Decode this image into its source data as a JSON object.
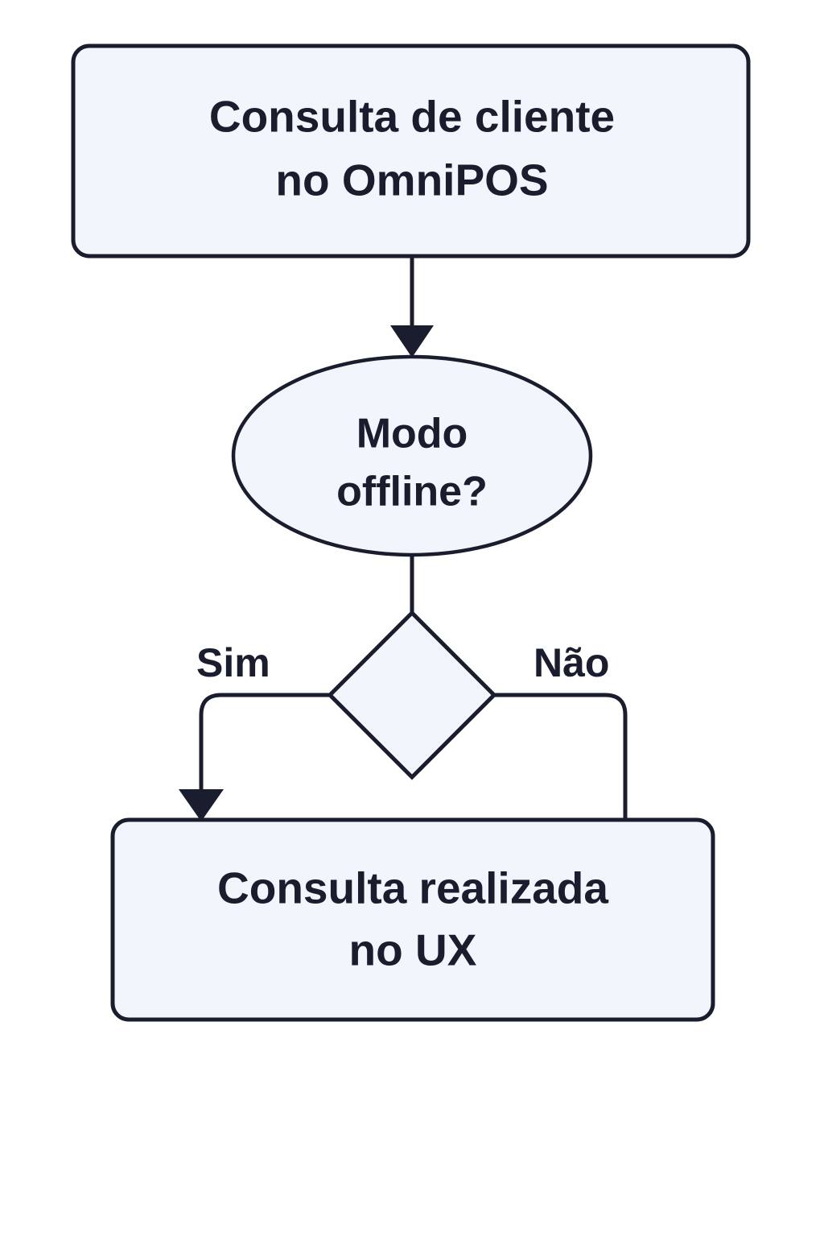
{
  "diagram": {
    "type": "flowchart",
    "direction": "top-to-bottom",
    "language": "pt-BR",
    "background_color": "#FFFFFF",
    "node_fill_color": "#F2F6FC",
    "node_stroke_color": "#1A1D2E",
    "text_color": "#1A1D2E",
    "nodes": [
      {
        "id": "start",
        "shape": "rounded-rectangle",
        "line1": "Consulta de cliente",
        "line2": "no OmniPOS"
      },
      {
        "id": "decision-context",
        "shape": "ellipse",
        "line1": "Modo",
        "line2": "offline?"
      },
      {
        "id": "decision",
        "shape": "diamond",
        "line1": "",
        "line2": ""
      },
      {
        "id": "end",
        "shape": "rounded-rectangle",
        "line1": "Consulta realizada",
        "line2": "no UX"
      }
    ],
    "edges": [
      {
        "id": "start-to-decision-context",
        "label": "",
        "from": "start",
        "to": "decision-context",
        "arrowhead": true
      },
      {
        "id": "decision-context-to-decision",
        "label": "",
        "from": "decision-context",
        "to": "decision",
        "arrowhead": false
      },
      {
        "id": "decision-yes",
        "label": "Sim",
        "from": "decision",
        "to": "end",
        "arrowhead": true
      },
      {
        "id": "decision-no",
        "label": "Não",
        "from": "decision",
        "to": "end",
        "arrowhead": false
      }
    ]
  }
}
